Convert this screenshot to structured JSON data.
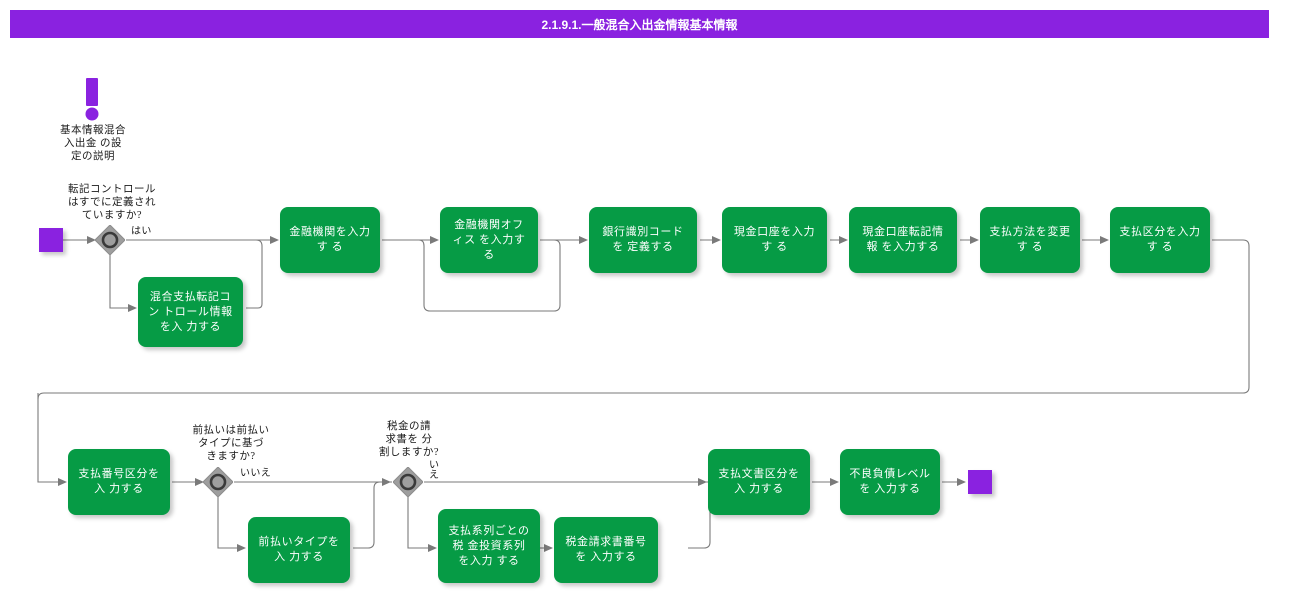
{
  "header": {
    "title": "2.1.9.1.一般混合入出金情報基本情報",
    "bar_color": "#8a22e0",
    "text_color": "#ffffff"
  },
  "theme": {
    "task_fill": "#069b45",
    "task_text": "#ffffff",
    "terminator_fill": "#8a22e0",
    "gateway_fill": "#9e9e9e",
    "gateway_ring": "#3a3a3a",
    "edge_color": "#7a7a7a",
    "canvas_bg": "#ffffff"
  },
  "annotation": {
    "icon": "exclamation-mark-icon",
    "icon_color": "#8a22e0",
    "text": "基本情報混合\n入出金 の設\n定の説明"
  },
  "gateways": [
    {
      "id": "gw-posting-control",
      "question": "転記コントロール\nはすでに定義され\nていますか?",
      "branch_label": "はい"
    },
    {
      "id": "gw-prepayment-type",
      "question": "前払いは前払い\nタイプに基づ\nきますか?",
      "branch_label": "いいえ"
    },
    {
      "id": "gw-tax-invoice-split",
      "question": "税金の請\n求書を 分\n割しますか?",
      "branch_label": "い\nえ"
    }
  ],
  "tasks": [
    {
      "id": "t-mixed-payment-posting",
      "label": "混合支払転記コン\nトロール情報を入\n力する"
    },
    {
      "id": "t-financial-institution",
      "label": "金融機関を入力す\nる"
    },
    {
      "id": "t-financial-office",
      "label": "金融機関オフィス\nを入力する"
    },
    {
      "id": "t-bank-id-code",
      "label": "銀行識別コードを\n定義する"
    },
    {
      "id": "t-cash-account",
      "label": "現金口座を入力す\nる"
    },
    {
      "id": "t-cash-account-posting",
      "label": "現金口座転記情報\nを入力する"
    },
    {
      "id": "t-payment-method",
      "label": "支払方法を変更す\nる"
    },
    {
      "id": "t-payment-category",
      "label": "支払区分を入力す\nる"
    },
    {
      "id": "t-payment-number-category",
      "label": "支払番号区分を入\n力する"
    },
    {
      "id": "t-prepayment-type",
      "label": "前払いタイプを入\n力する"
    },
    {
      "id": "t-tax-investment-series",
      "label": "支払系列ごとの税\n金投資系列を入力\nする"
    },
    {
      "id": "t-tax-invoice-number",
      "label": "税金請求書番号を\n入力する"
    },
    {
      "id": "t-payment-doc-category",
      "label": "支払文書区分を入\n力する"
    },
    {
      "id": "t-bad-debt-level",
      "label": "不良負債レベルを\n入力する"
    }
  ],
  "terminators": [
    {
      "id": "start-node",
      "kind": "start"
    },
    {
      "id": "end-node",
      "kind": "end"
    }
  ]
}
